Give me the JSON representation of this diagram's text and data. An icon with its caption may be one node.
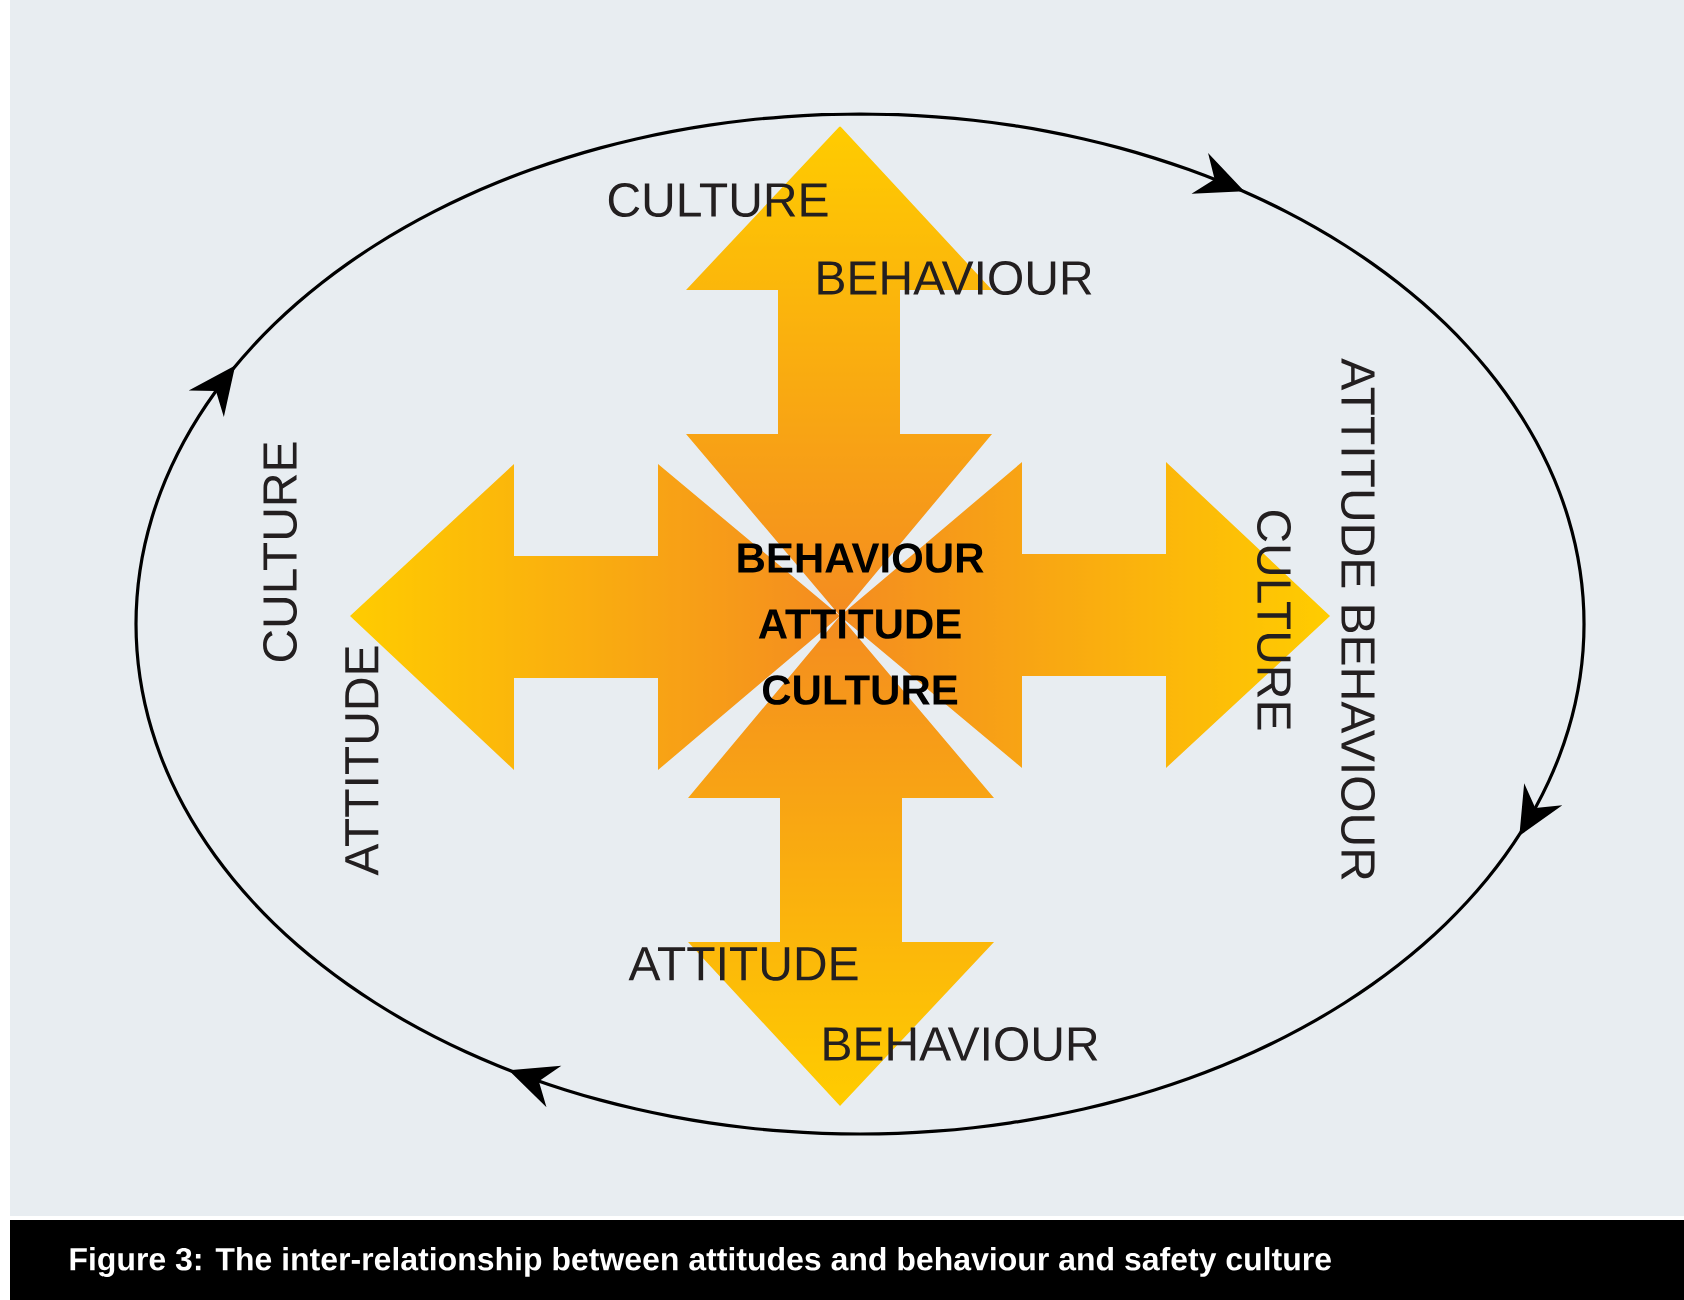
{
  "diagram": {
    "caption": "Figure 3: The inter-relationship between attitudes and behaviour and safety culture",
    "nodes": [
      {
        "text": [
          "BEHAVIOUR ATTITUDE CULTURE"
        ]
      }
    ],
    "labels": [
      "CULTURE",
      "BEHAVIOUR",
      "CULTURE",
      "ATTITUDE",
      "ATTITUDE BEHAVIOUR",
      "CULTURE",
      "ATTITUDE",
      "BEHAVIOUR"
    ]
  }
}
